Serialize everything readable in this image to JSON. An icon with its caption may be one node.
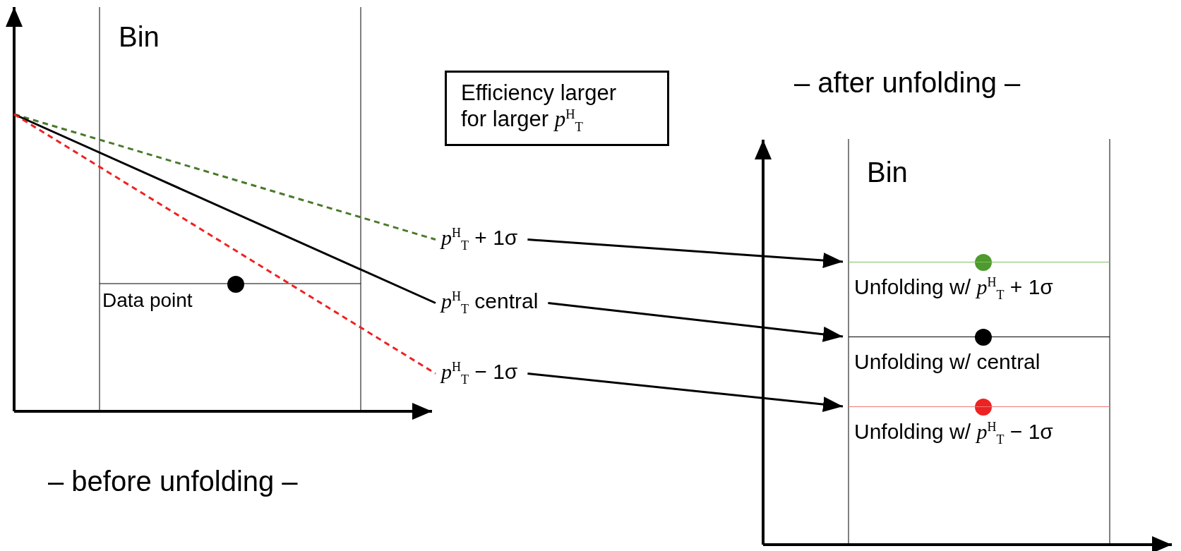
{
  "diagram": {
    "nodes": [
      {
        "text": [
          "Efficiency larger for larger *p*$^{H}$$_{T}$"
        ]
      },
      {
        "text": [
          "*p*$^{H}$$_{T}$ + 1σ"
        ]
      },
      {
        "text": [
          "*p*$^{H}$$_{T}$ central"
        ]
      },
      {
        "text": [
          "*p*$^{H}$$_{T}$ − 1σ"
        ]
      },
      {
        "text": [
          "Unfolding w/ *p*$^{H}$$_{T}$ + 1σ"
        ]
      },
      {
        "text": [
          "Unfolding w/ central"
        ]
      },
      {
        "text": [
          "Unfolding w/ *p*$^{H}$$_{T}$ − 1σ"
        ]
      }
    ],
    "edges": [
      {
        "from": null,
        "to": 1,
        "arrow": "none",
        "style": "dashed",
        "color": "#4a7a2a"
      },
      {
        "from": null,
        "to": 2,
        "arrow": "none"
      },
      {
        "from": null,
        "to": 3,
        "arrow": "none",
        "style": "dashed",
        "color": "#ee2222"
      },
      {
        "from": 1,
        "to": 4,
        "arrow": "to"
      },
      {
        "from": 2,
        "to": 5,
        "arrow": "to"
      },
      {
        "from": 3,
        "to": 6,
        "arrow": "to"
      }
    ],
    "labels": [
      "Bin",
      "Data point",
      "– before unfolding –",
      "– after unfolding –",
      "Bin"
    ]
  }
}
